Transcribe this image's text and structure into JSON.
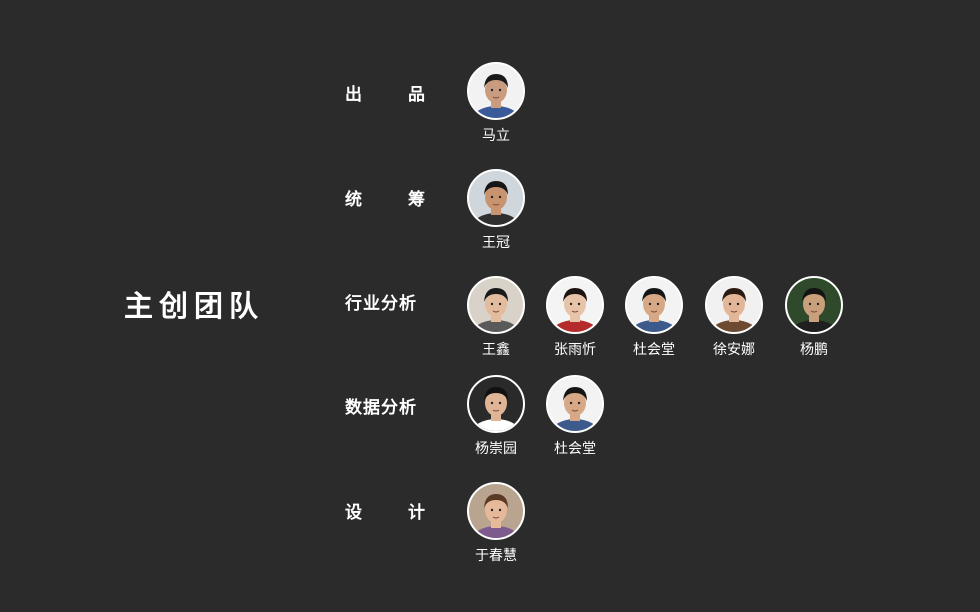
{
  "team_title": "主创团队",
  "roles": [
    {
      "label_chars": [
        "出",
        "品"
      ],
      "members": [
        {
          "name": "马立",
          "avatar_icon": "person-photo-icon",
          "bg": "#f2f2f2",
          "skin": "#c99b7f",
          "hair": "#1a1a1a",
          "shirt": "#3a5a9a"
        }
      ]
    },
    {
      "label_chars": [
        "统",
        "筹"
      ],
      "members": [
        {
          "name": "王冠",
          "avatar_icon": "person-photo-icon",
          "bg": "#cfd6dc",
          "skin": "#c8946f",
          "hair": "#161616",
          "shirt": "#2f2f2f"
        }
      ]
    },
    {
      "label": "行业分析",
      "members": [
        {
          "name": "王鑫",
          "avatar_icon": "person-photo-icon",
          "bg": "#d9d2c8",
          "skin": "#e3bc9e",
          "hair": "#1a1a1a",
          "shirt": "#5a5a5a"
        },
        {
          "name": "张雨忻",
          "avatar_icon": "person-photo-icon",
          "bg": "#f4f4f4",
          "skin": "#e7c3a8",
          "hair": "#1c1410",
          "shirt": "#b52b2b"
        },
        {
          "name": "杜会堂",
          "avatar_icon": "person-photo-icon",
          "bg": "#f3f3f3",
          "skin": "#d7a886",
          "hair": "#151515",
          "shirt": "#3c5b8c"
        },
        {
          "name": "徐安娜",
          "avatar_icon": "person-photo-icon",
          "bg": "#f1f1f1",
          "skin": "#e2b697",
          "hair": "#2a1b12",
          "shirt": "#6d4a32"
        },
        {
          "name": "杨鹏",
          "avatar_icon": "person-photo-icon",
          "bg": "#2f4a2a",
          "skin": "#c9a07c",
          "hair": "#141414",
          "shirt": "#1f1f1f"
        }
      ]
    },
    {
      "label": "数据分析",
      "members": [
        {
          "name": "杨崇园",
          "avatar_icon": "person-photo-icon",
          "bg": "#2a2a2a",
          "skin": "#e0b596",
          "hair": "#111111",
          "shirt": "#ffffff"
        },
        {
          "name": "杜会堂",
          "avatar_icon": "person-photo-icon",
          "bg": "#f3f3f3",
          "skin": "#d7a886",
          "hair": "#151515",
          "shirt": "#3c5b8c"
        }
      ]
    },
    {
      "label_chars": [
        "设",
        "计"
      ],
      "members": [
        {
          "name": "于春慧",
          "avatar_icon": "person-photo-icon",
          "bg": "#b9a58f",
          "skin": "#e6b99a",
          "hair": "#5a3a24",
          "shirt": "#7e5b8e"
        }
      ]
    }
  ]
}
